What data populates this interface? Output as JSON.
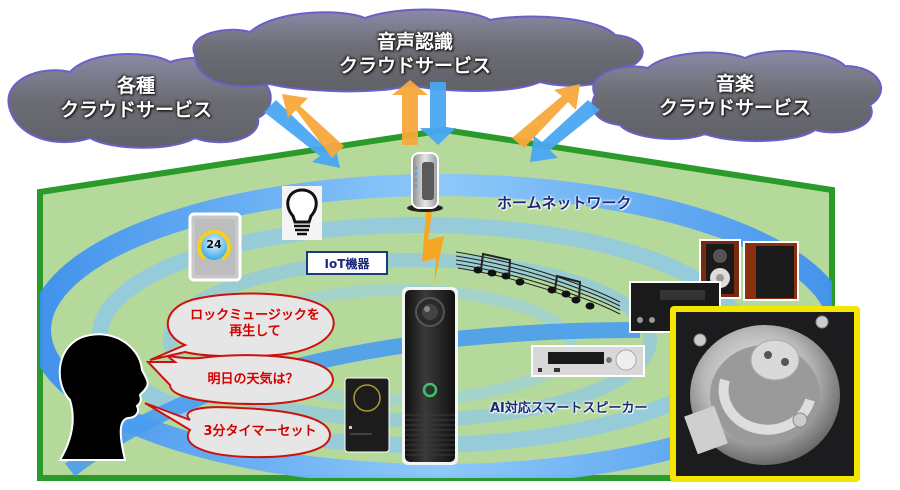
{
  "clouds": [
    {
      "id": "various",
      "line1": "各種",
      "line2": "クラウドサービス"
    },
    {
      "id": "voice",
      "line1": "音声認識",
      "line2": "クラウドサービス"
    },
    {
      "id": "music",
      "line1": "音楽",
      "line2": "クラウドサービス"
    }
  ],
  "labels": {
    "home_network": "ホームネットワーク",
    "iot_devices": "IoT機器",
    "smart_speaker": "AI対応スマートスピーカー",
    "thermostat_value": "24"
  },
  "speech_bubbles": [
    {
      "line1": "ロックミュージックを",
      "line2": "再生して"
    },
    {
      "line1": "明日の天気は？",
      "line2": ""
    },
    {
      "line1": "3分タイマーセット",
      "line2": ""
    }
  ],
  "colors": {
    "house_fill": "#b5d99a",
    "house_border": "#2a9a2a",
    "network_arc": "#4a9cf0",
    "arrow_up": "#f7a83a",
    "arrow_down": "#4aa6f2",
    "cloud_fill": "#6e6e78",
    "cloud_border": "#6a60c8",
    "bubble_border": "#cc1111",
    "highlight_frame": "#f5e600"
  }
}
